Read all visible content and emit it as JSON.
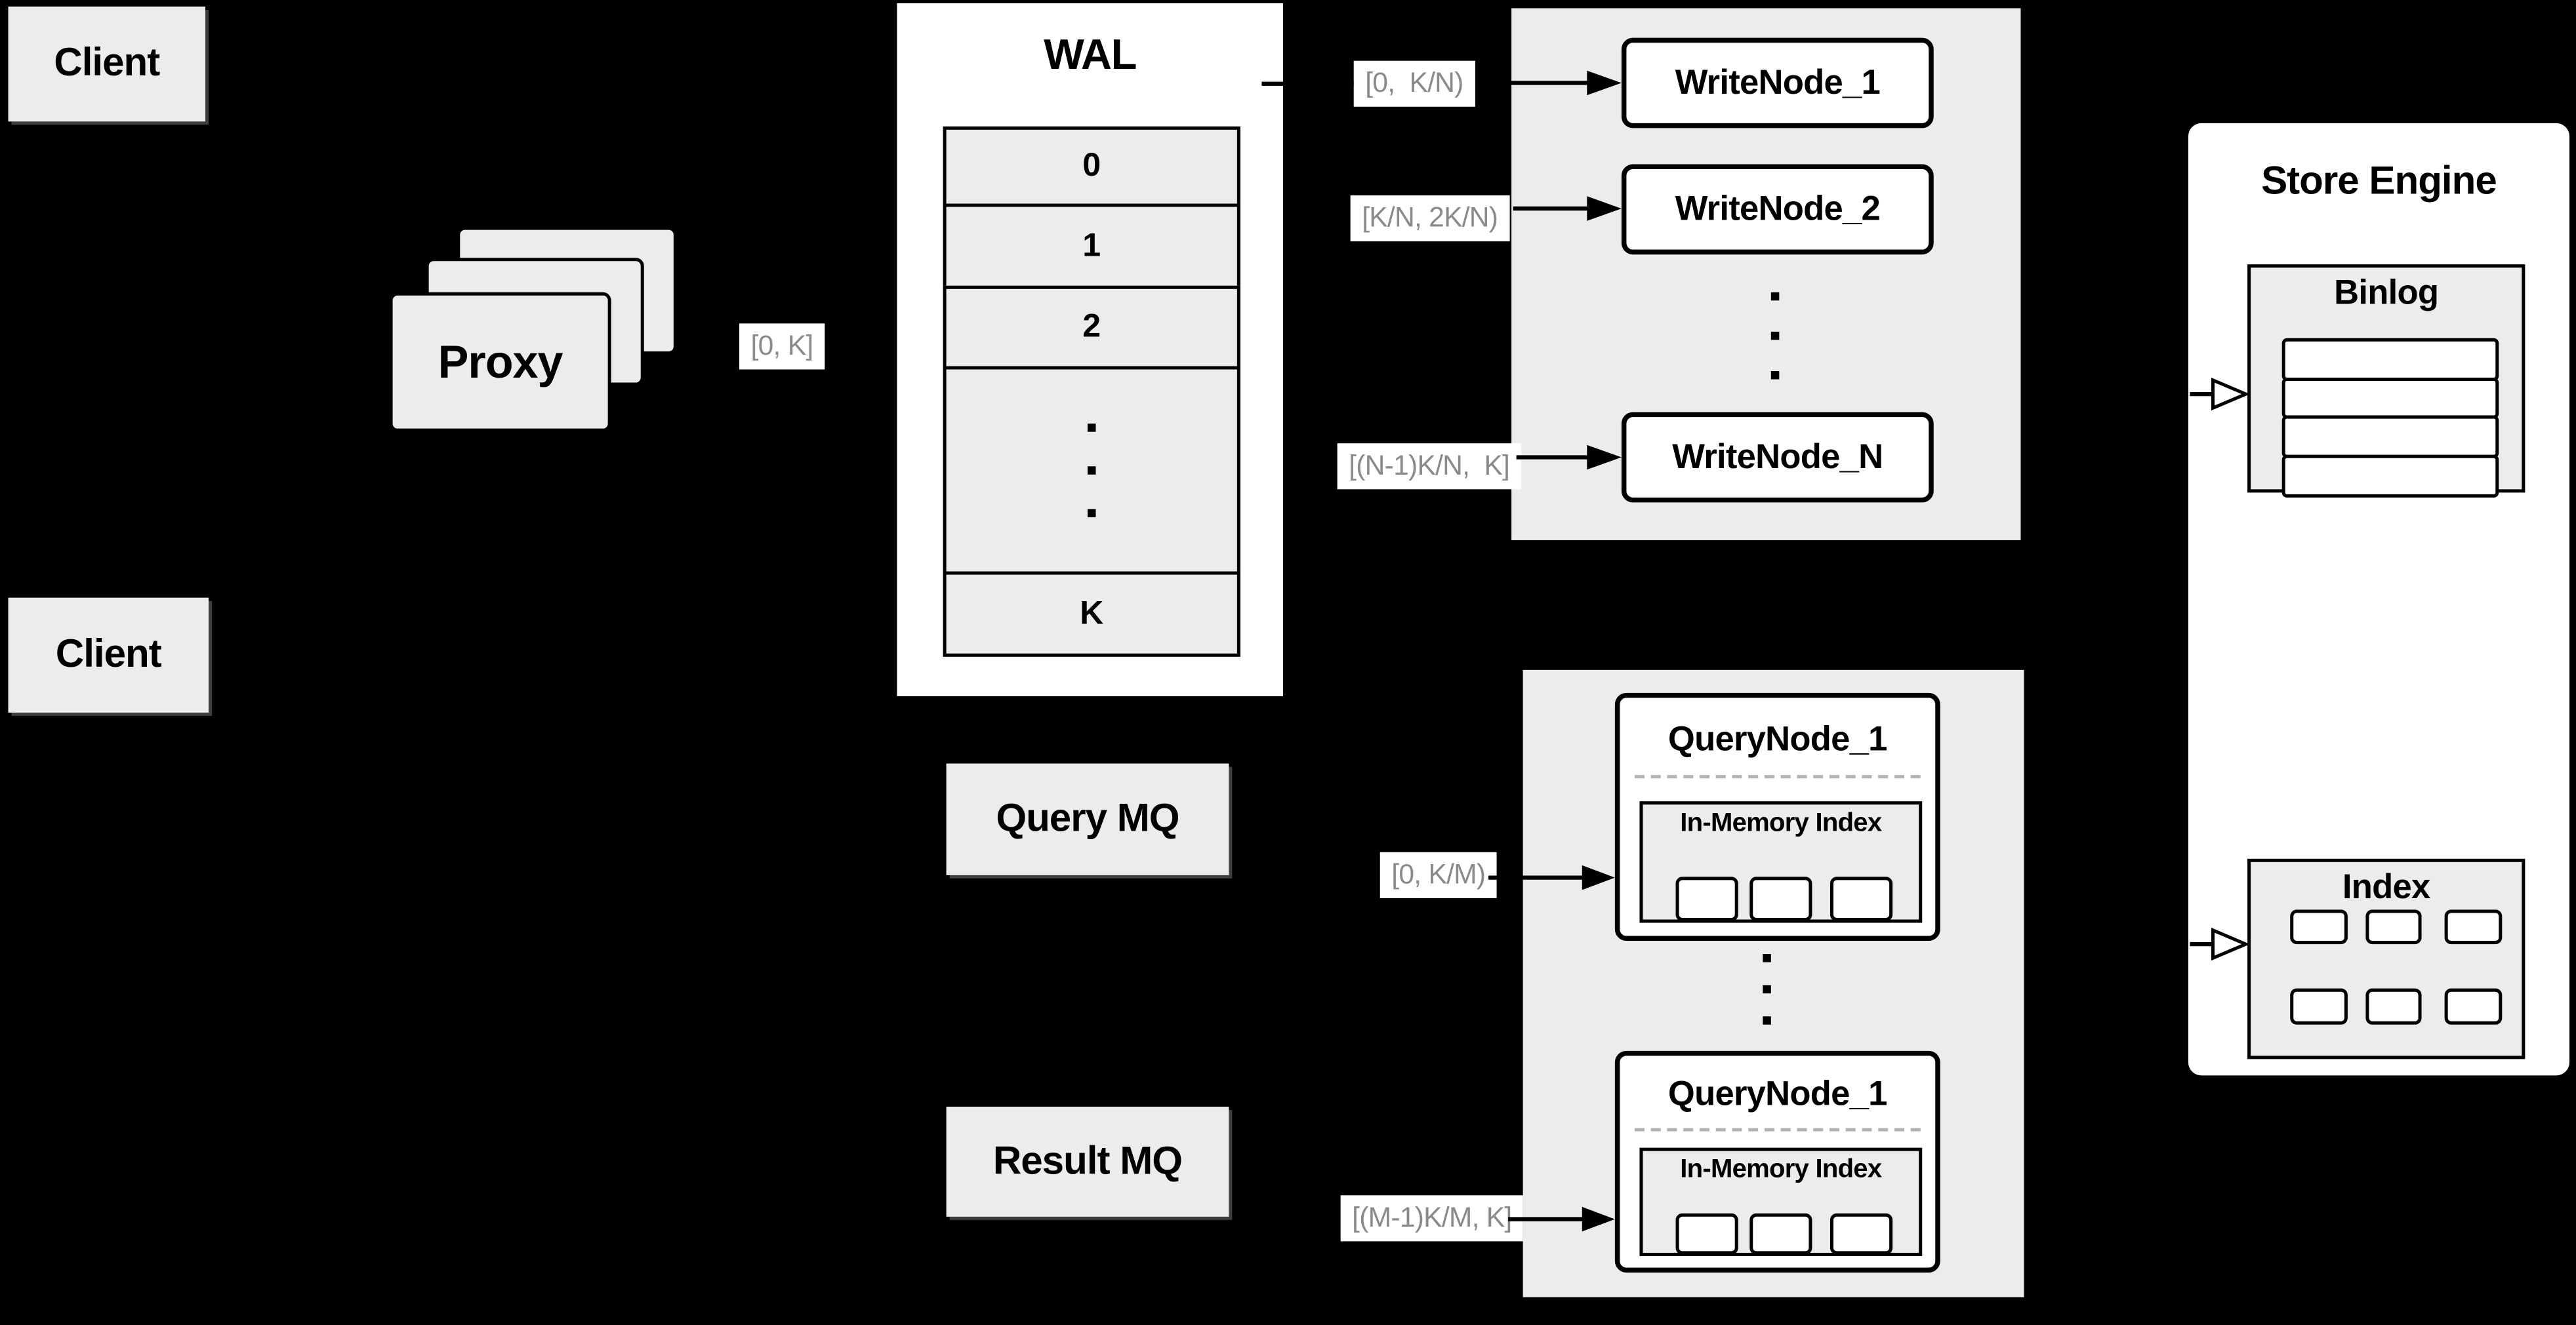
{
  "diagram": {
    "background_color": "#000000",
    "box_fill_color": "#ececec",
    "node_fill_color": "#ffffff",
    "line_color": "#000000",
    "range_label_text_color": "#8a8a8a"
  },
  "clients": {
    "top_label": "Client",
    "bottom_label": "Client"
  },
  "proxy": {
    "label": "Proxy",
    "stack_count": 3,
    "output_range": "[0, K]"
  },
  "wal": {
    "title": "WAL",
    "segments": [
      "0",
      "1",
      "2"
    ],
    "ellipsis": "...",
    "last_segment": "K"
  },
  "write_nodes": {
    "range_labels": [
      "[0,  K/N)",
      "[K/N, 2K/N)",
      "[(N-1)K/N,  K]"
    ],
    "nodes": [
      "WriteNode_1",
      "WriteNode_2",
      "WriteNode_N"
    ],
    "ellipsis": "..."
  },
  "store_engine": {
    "title": "Store Engine",
    "binlog": {
      "title": "Binlog",
      "row_count": 4
    },
    "index": {
      "title": "Index",
      "cell_count": 6
    }
  },
  "message_queues": {
    "query_label": "Query MQ",
    "result_label": "Result MQ"
  },
  "query_nodes": {
    "range_labels": [
      "[0, K/M)",
      "[(M-1)K/M, K]"
    ],
    "nodes": [
      {
        "title": "QueryNode_1",
        "memory_label": "In-Memory Index",
        "cell_count": 3
      },
      {
        "title": "QueryNode_1",
        "memory_label": "In-Memory Index",
        "cell_count": 3
      }
    ],
    "ellipsis": "..."
  }
}
